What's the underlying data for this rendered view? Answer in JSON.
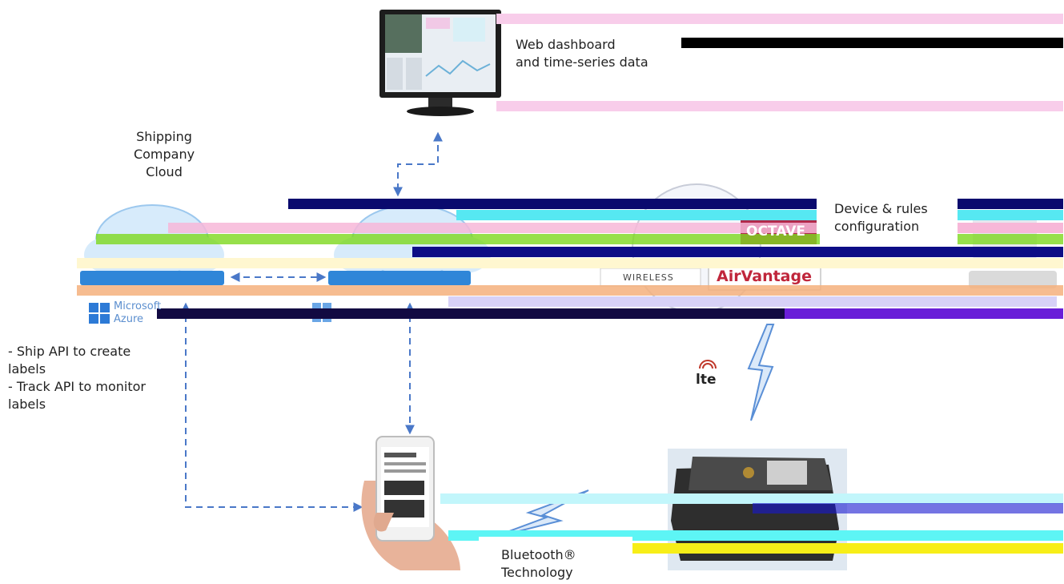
{
  "labels": {
    "web_dashboard": "Web dashboard\nand time-series data",
    "shipping_cloud": "Shipping\nCompany\nCloud",
    "device_rules": "Device & rules\nconfiguration",
    "apis": "- Ship API to create\nlabels\n- Track API to monitor\nlabels",
    "bluetooth": "Bluetooth®\nTechnology"
  },
  "brands": {
    "microsoft": "Microsoft",
    "azure": "Azure",
    "octave": "OCTAVE",
    "wireless": "WIRELESS",
    "airvantage": "AirVantage",
    "lte": "lte"
  },
  "colors": {
    "arrow": "#4a78c8",
    "lightning": "#5a8fd6",
    "cloud_fill": "#cfe6fb",
    "cloud_bar": "#2f86d8"
  }
}
